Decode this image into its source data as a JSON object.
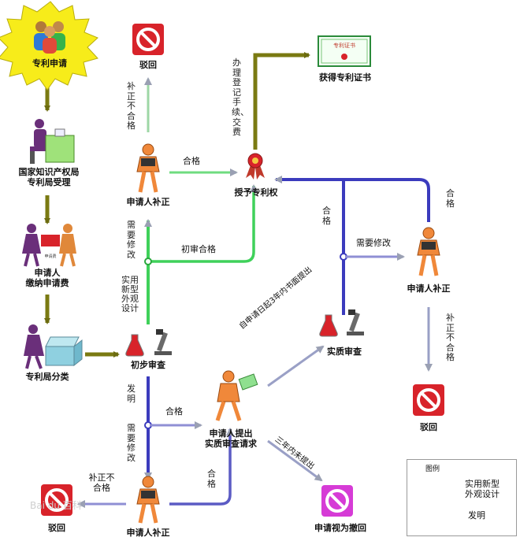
{
  "nodes": {
    "patent_application": "专利申请",
    "cnipa_accept": "国家知识产权局\n专利局受理",
    "pay_fee": "申请人\n缴纳申请费",
    "classify": "专利局分类",
    "prelim_exam": "初步审查",
    "applicant_correct_top": "申请人补正",
    "reject_top": "驳回",
    "grant": "授予专利权",
    "certificate": "获得专利证书",
    "substantive_exam": "实质审查",
    "applicant_correct_right": "申请人补正",
    "reject_right": "驳回",
    "request_substantive": "申请人提出\n实质审查请求",
    "applicant_correct_bottom": "申请人补正",
    "reject_bottom": "驳回",
    "deemed_withdrawn": "申请视为撤回"
  },
  "edge_labels": {
    "correct_fail_top": "补正不合格",
    "qualified_top": "合格",
    "register_fee": "办理登记手续、交费",
    "needs_revision_left": "需要修改",
    "utility_design": "实用新型外观设计",
    "prelim_qualified": "初审合格",
    "qualified_right": "合格",
    "needs_revision_right": "需要修改",
    "qualified_far_right": "合格",
    "correct_fail_right": "补正不合格",
    "within_3_years": "自申请日起3年内书面提出",
    "invention": "发明",
    "qualified_mid": "合格",
    "needs_revision_bottom": "需要修改",
    "not_filed_3_years": "三年内未提出",
    "qualified_bottom": "合格",
    "correct_fail_bottom": "补正不合格"
  },
  "certificate_text": "专利证书",
  "fee_doc_text": "申请费",
  "watermark": "Bai du 百科",
  "legend": {
    "title": "图例",
    "green_label": "实用新型\n外观设计",
    "blue_label": "发明"
  },
  "colors": {
    "olive": "#7a7a12",
    "green": "#3fd15a",
    "blue": "#3b3bbd",
    "star": "#f7ec1a",
    "orange_person": "#f0883a",
    "red_reject": "#d8232a",
    "magenta_withdraw": "#d63bd6"
  },
  "icons": [
    "people-icon",
    "clerk-desk-icon",
    "fee-payment-icon",
    "classify-box-icon",
    "lab-microscope-icon",
    "reject-icon",
    "certificate-icon",
    "medal-ribbon-icon",
    "person-correct-icon",
    "person-request-icon"
  ]
}
